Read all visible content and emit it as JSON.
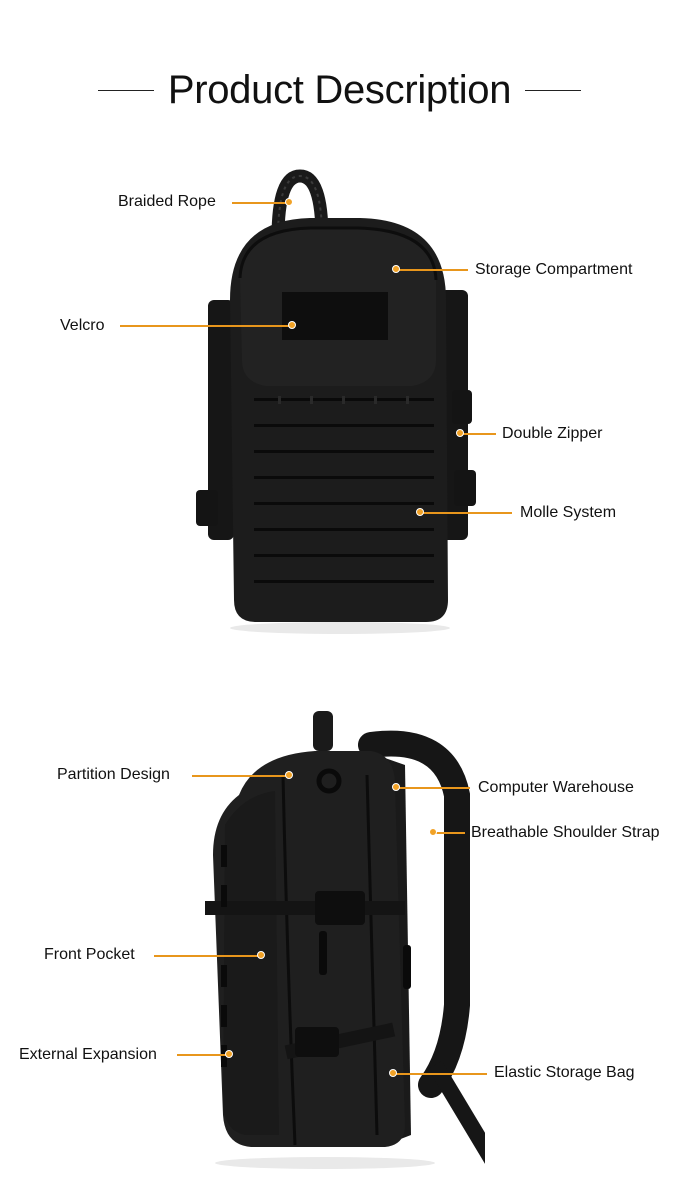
{
  "header": {
    "title": "Product Description"
  },
  "colors": {
    "accent": "#e8961c",
    "bag": "#1c1c1c",
    "background": "#ffffff"
  },
  "front_view": {
    "callouts": {
      "braided_rope": "Braided Rope",
      "storage_compartment": "Storage Compartment",
      "velcro": "Velcro",
      "double_zipper": "Double Zipper",
      "molle_system": "Molle System"
    }
  },
  "side_view": {
    "callouts": {
      "partition_design": "Partition Design",
      "computer_warehouse": "Computer Warehouse",
      "breathable_shoulder_strap": "Breathable Shoulder Strap",
      "front_pocket": "Front Pocket",
      "external_expansion": "External Expansion",
      "elastic_storage_bag": "Elastic Storage Bag"
    }
  }
}
